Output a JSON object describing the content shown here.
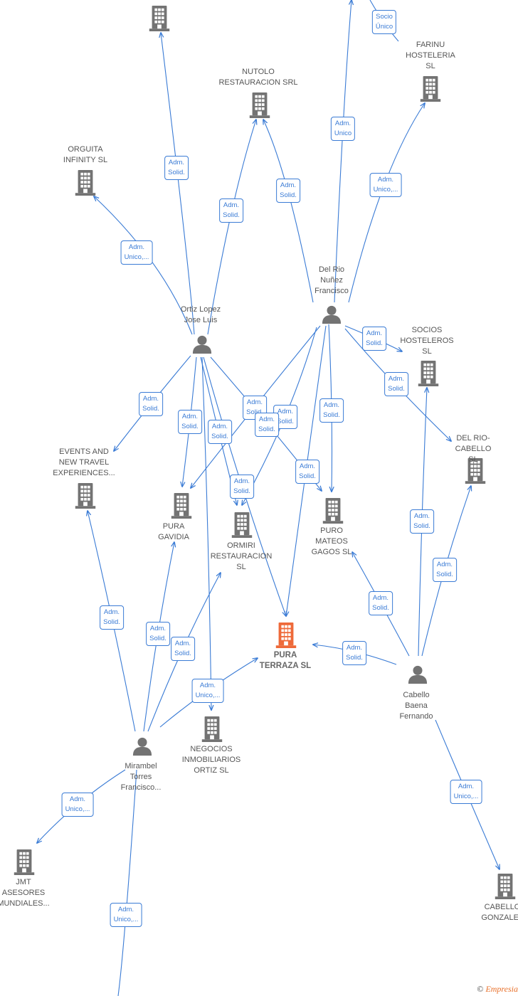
{
  "colors": {
    "edge": "#3a7bd5",
    "icon": "#737373",
    "highlight": "#ee6a3a"
  },
  "nodes": [
    {
      "id": "top_company",
      "kind": "company",
      "label": ""
    },
    {
      "id": "farinu",
      "kind": "company",
      "label": "FARINU\nHOSTELERIA\nSL"
    },
    {
      "id": "nutolo",
      "kind": "company",
      "label": "NUTOLO\nRESTAURACION SRL"
    },
    {
      "id": "orguita",
      "kind": "company",
      "label": "ORGUITA\nINFINITY  SL"
    },
    {
      "id": "delrio",
      "kind": "person",
      "label": "Del Rio\nNuñez\nFrancisco"
    },
    {
      "id": "ortiz",
      "kind": "person",
      "label": "Ortiz Lopez\nJose Luis"
    },
    {
      "id": "socios",
      "kind": "company",
      "label": "SOCIOS\nHOSTELEROS\nSL"
    },
    {
      "id": "delriocab",
      "kind": "company",
      "label": "DEL RIO-\nCABELLO  SL"
    },
    {
      "id": "events",
      "kind": "company",
      "label": "EVENTS AND\nNEW TRAVEL\nEXPERIENCES..."
    },
    {
      "id": "puragav",
      "kind": "company",
      "label": "PURA\nGAVIDIA"
    },
    {
      "id": "ormiri",
      "kind": "company",
      "label": "ORMIRI\nRESTAURACION\nSL"
    },
    {
      "id": "puromat",
      "kind": "company",
      "label": "PURO\nMATEOS\nGAGOS  SL"
    },
    {
      "id": "puraterraza",
      "kind": "company",
      "main": true,
      "label": "PURA\nTERRAZA  SL"
    },
    {
      "id": "cabellob",
      "kind": "person",
      "label": "Cabello\nBaena\nFernando"
    },
    {
      "id": "negocios",
      "kind": "company",
      "label": "NEGOCIOS\nINMOBILIARIOS\nORTIZ  SL"
    },
    {
      "id": "mirambel",
      "kind": "person",
      "label": "Mirambel\nTorres\nFrancisco..."
    },
    {
      "id": "jmt",
      "kind": "company",
      "label": "JMT\nASESORES\nMUNDIALES..."
    },
    {
      "id": "cabellog",
      "kind": "company",
      "label": "CABELLO\nGONZALEZ"
    }
  ],
  "edges": [
    {
      "from": "ortiz",
      "to": "top_company",
      "role": "Adm.\nSolid."
    },
    {
      "from": "ortiz",
      "to": "nutolo",
      "role": "Adm.\nSolid."
    },
    {
      "from": "ortiz",
      "to": "orguita",
      "role": "Adm.\nUnico,..."
    },
    {
      "from": "delrio",
      "to": "nutolo",
      "role": "Adm.\nSolid."
    },
    {
      "from": "delrio",
      "to": "top_company",
      "role": "Adm.\nUnico"
    },
    {
      "from": "delrio",
      "to": "farinu",
      "role": "Adm.\nUnico,..."
    },
    {
      "from": "delrio",
      "to": "farinu",
      "role": "Socio\nÚnico"
    },
    {
      "from": "delrio",
      "to": "socios",
      "role": "Adm.\nSolid."
    },
    {
      "from": "delrio",
      "to": "delriocab",
      "role": "Adm.\nSolid."
    },
    {
      "from": "delrio",
      "to": "puromat",
      "role": "Adm.\nSolid."
    },
    {
      "from": "delrio",
      "to": "puragav",
      "role": "Adm.\nSolid."
    },
    {
      "from": "delrio",
      "to": "puraterraza",
      "role": "Adm.\nSolid."
    },
    {
      "from": "delrio",
      "to": "ormiri",
      "role": "Adm.\nSolid."
    },
    {
      "from": "ortiz",
      "to": "events",
      "role": "Adm.\nSolid."
    },
    {
      "from": "ortiz",
      "to": "puragav",
      "role": "Adm.\nSolid."
    },
    {
      "from": "ortiz",
      "to": "ormiri",
      "role": "Adm.\nSolid."
    },
    {
      "from": "ortiz",
      "to": "puraterraza",
      "role": "Adm.\nSolid."
    },
    {
      "from": "ortiz",
      "to": "puromat",
      "role": "Adm.\nSolid."
    },
    {
      "from": "ortiz",
      "to": "negocios",
      "role": "Adm.\nUnico,..."
    },
    {
      "from": "mirambel",
      "to": "events",
      "role": "Adm.\nSolid."
    },
    {
      "from": "mirambel",
      "to": "puragav",
      "role": "Adm.\nSolid."
    },
    {
      "from": "mirambel",
      "to": "ormiri",
      "role": "Adm.\nSolid."
    },
    {
      "from": "mirambel",
      "to": "puraterraza",
      "role": "Adm.\nSolid."
    },
    {
      "from": "mirambel",
      "to": "jmt",
      "role": "Adm.\nUnico,..."
    },
    {
      "from": "mirambel",
      "to": "bottom_offscreen",
      "role": "Adm.\nUnico,..."
    },
    {
      "from": "cabellob",
      "to": "puraterraza",
      "role": "Adm.\nSolid."
    },
    {
      "from": "cabellob",
      "to": "puromat",
      "role": "Adm.\nSolid."
    },
    {
      "from": "cabellob",
      "to": "socios",
      "role": "Adm.\nSolid."
    },
    {
      "from": "cabellob",
      "to": "delriocab",
      "role": "Adm.\nSolid."
    },
    {
      "from": "cabellob",
      "to": "cabellog",
      "role": "Adm.\nUnico,..."
    }
  ],
  "footer": {
    "copyright": "©",
    "brand": "Empresia"
  }
}
